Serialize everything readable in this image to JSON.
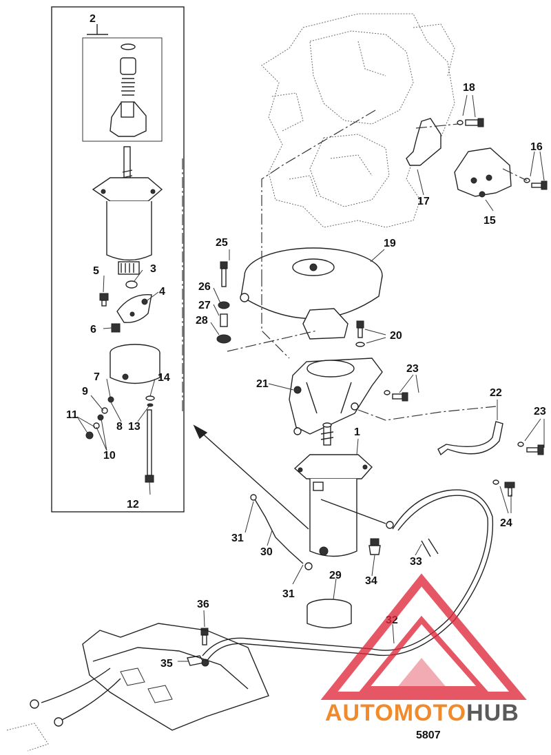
{
  "figure_number": "5807",
  "watermark": {
    "brand_left": "AUTO",
    "brand_mid": "MOTO",
    "brand_right": "HUB",
    "colors": {
      "accent": "#f08a2a",
      "dark": "#5a5a5a",
      "logo": "#e0283a"
    }
  },
  "callouts": {
    "c1": "1",
    "c2": "2",
    "c3": "3",
    "c4": "4",
    "c5": "5",
    "c6": "6",
    "c7": "7",
    "c8": "8",
    "c9": "9",
    "c10": "10",
    "c11": "11",
    "c12": "12",
    "c13": "13",
    "c14": "14",
    "c15": "15",
    "c16": "16",
    "c17": "17",
    "c18": "18",
    "c19": "19",
    "c20": "20",
    "c21": "21",
    "c22": "22",
    "c23a": "23",
    "c23b": "23",
    "c24": "24",
    "c25": "25",
    "c26": "26",
    "c27": "27",
    "c28": "28",
    "c29": "29",
    "c30": "30",
    "c31a": "31",
    "c31b": "31",
    "c32": "32",
    "c33": "33",
    "c34": "34",
    "c35": "35",
    "c36": "36"
  }
}
